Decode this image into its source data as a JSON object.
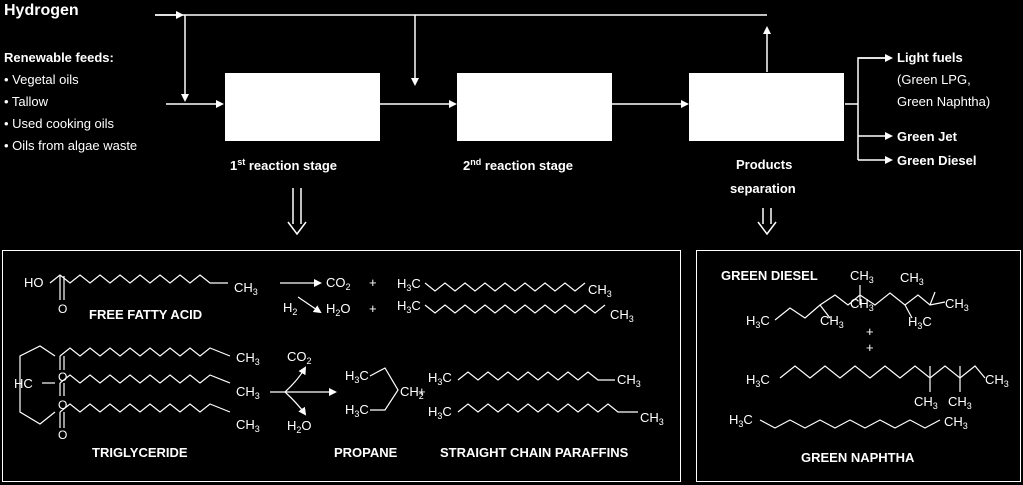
{
  "process": {
    "hydrogen": "Hydrogen",
    "feeds_title": "Renewable feeds:",
    "feeds": [
      "• Vegetal oils",
      "• Tallow",
      "• Used cooking oils",
      "• Oils from algae waste"
    ],
    "stage1_num": "1",
    "stage1_sup": "st",
    "stage1_text": " reaction stage",
    "stage2_num": "2",
    "stage2_sup": "nd",
    "stage2_text": " reaction stage",
    "separation_line1": "Products",
    "separation_line2": "separation",
    "outputs": {
      "light": "Light fuels",
      "light_sub1": "(Green LPG,",
      "light_sub2": "Green Naphtha)",
      "jet": "Green Jet",
      "diesel": "Green Diesel"
    }
  },
  "chemistry": {
    "ho": "HO",
    "o": "O",
    "ch": "CH",
    "h": "H",
    "c": "C",
    "co": "CO",
    "two": "2",
    "three": "3",
    "plus": "+",
    "hc": "HC",
    "ffa": "FREE FATTY ACID",
    "triglyceride": "TRIGLYCERIDE",
    "propane": "PROPANE",
    "paraffins": "STRAIGHT CHAIN PARAFFINS",
    "green_diesel": "GREEN DIESEL",
    "green_naphtha": "GREEN NAPHTHA"
  }
}
